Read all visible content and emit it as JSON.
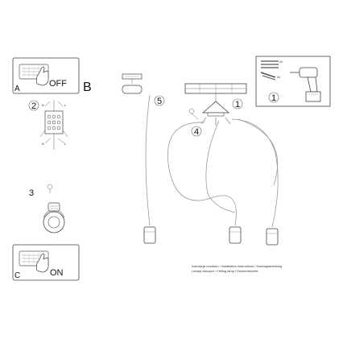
{
  "panels": {
    "a": {
      "letter": "A",
      "switch_text": "OFF"
    },
    "c": {
      "letter": "C",
      "switch_text": "ON"
    },
    "b": {
      "letter": "B"
    }
  },
  "steps": {
    "step1_main": "1",
    "step1_tools": "1",
    "step2": "2",
    "step3": "3",
    "step4": "4",
    "step5": "5"
  },
  "small_marks": {
    "screw_count": "x3",
    "dowel_count": "x3",
    "l_mark_top": "L",
    "l_mark_bottom": "L",
    "n_mark_top": "N",
    "n_mark_bottom": "N"
  },
  "caption": {
    "line1": "Instrukcja montażu / installation instructions / Montageanleitung",
    "line2": "Lampa wisząca / Ceiling lamp / Deckenleuchte"
  },
  "icons": [
    "switch-panel-icon",
    "hand-icon",
    "terminal-block-icon",
    "bulb-icon",
    "drill-icon",
    "screw-icon",
    "ground-symbol-icon"
  ],
  "colors": {
    "line": "#555555",
    "frame": "#444444",
    "cable": "#9a9a9a"
  }
}
